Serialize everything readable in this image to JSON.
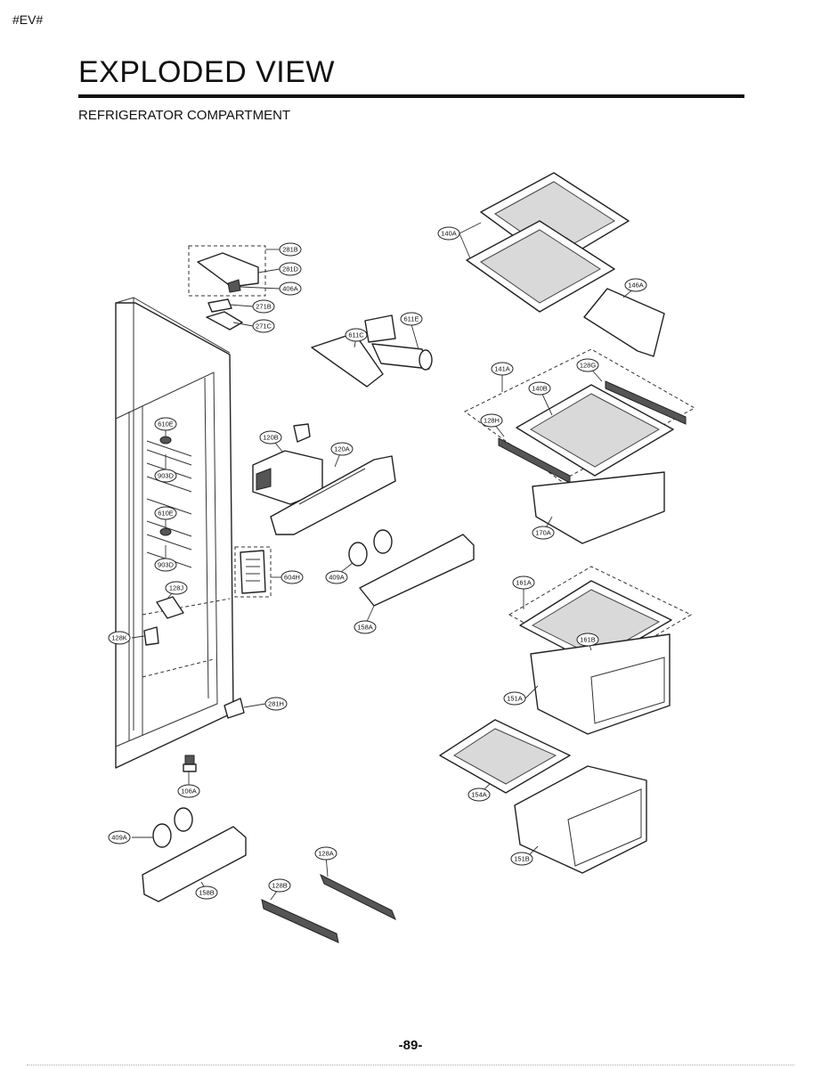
{
  "header": {
    "tag": "#EV#",
    "title": "EXPLODED VIEW",
    "subtitle": "REFRIGERATOR COMPARTMENT"
  },
  "labels": {
    "l281B": "281B",
    "l281D": "281D",
    "l406A": "406A",
    "l271B": "271B",
    "l271C": "271C",
    "l611E": "611E",
    "l611C": "611C",
    "l140A": "140A",
    "l146A": "146A",
    "l141A": "141A",
    "l128G": "128G",
    "l140B": "140B",
    "l128H": "128H",
    "l170A": "170A",
    "l610E1": "610E",
    "l903D1": "903D",
    "l610E2": "610E",
    "l903D2": "903D",
    "l120B": "120B",
    "l120A": "120A",
    "l604H": "604H",
    "l409A1": "409A",
    "l158A": "158A",
    "l128J": "128J",
    "l128K": "128K",
    "l161A": "161A",
    "l161B": "161B",
    "l151A": "151A",
    "l281H": "281H",
    "l106A": "106A",
    "l154A": "154A",
    "l151B": "151B",
    "l409A2": "409A",
    "l158B": "158B",
    "l128A": "128A",
    "l128B": "128B"
  },
  "footer": {
    "page_number": "-89-"
  }
}
